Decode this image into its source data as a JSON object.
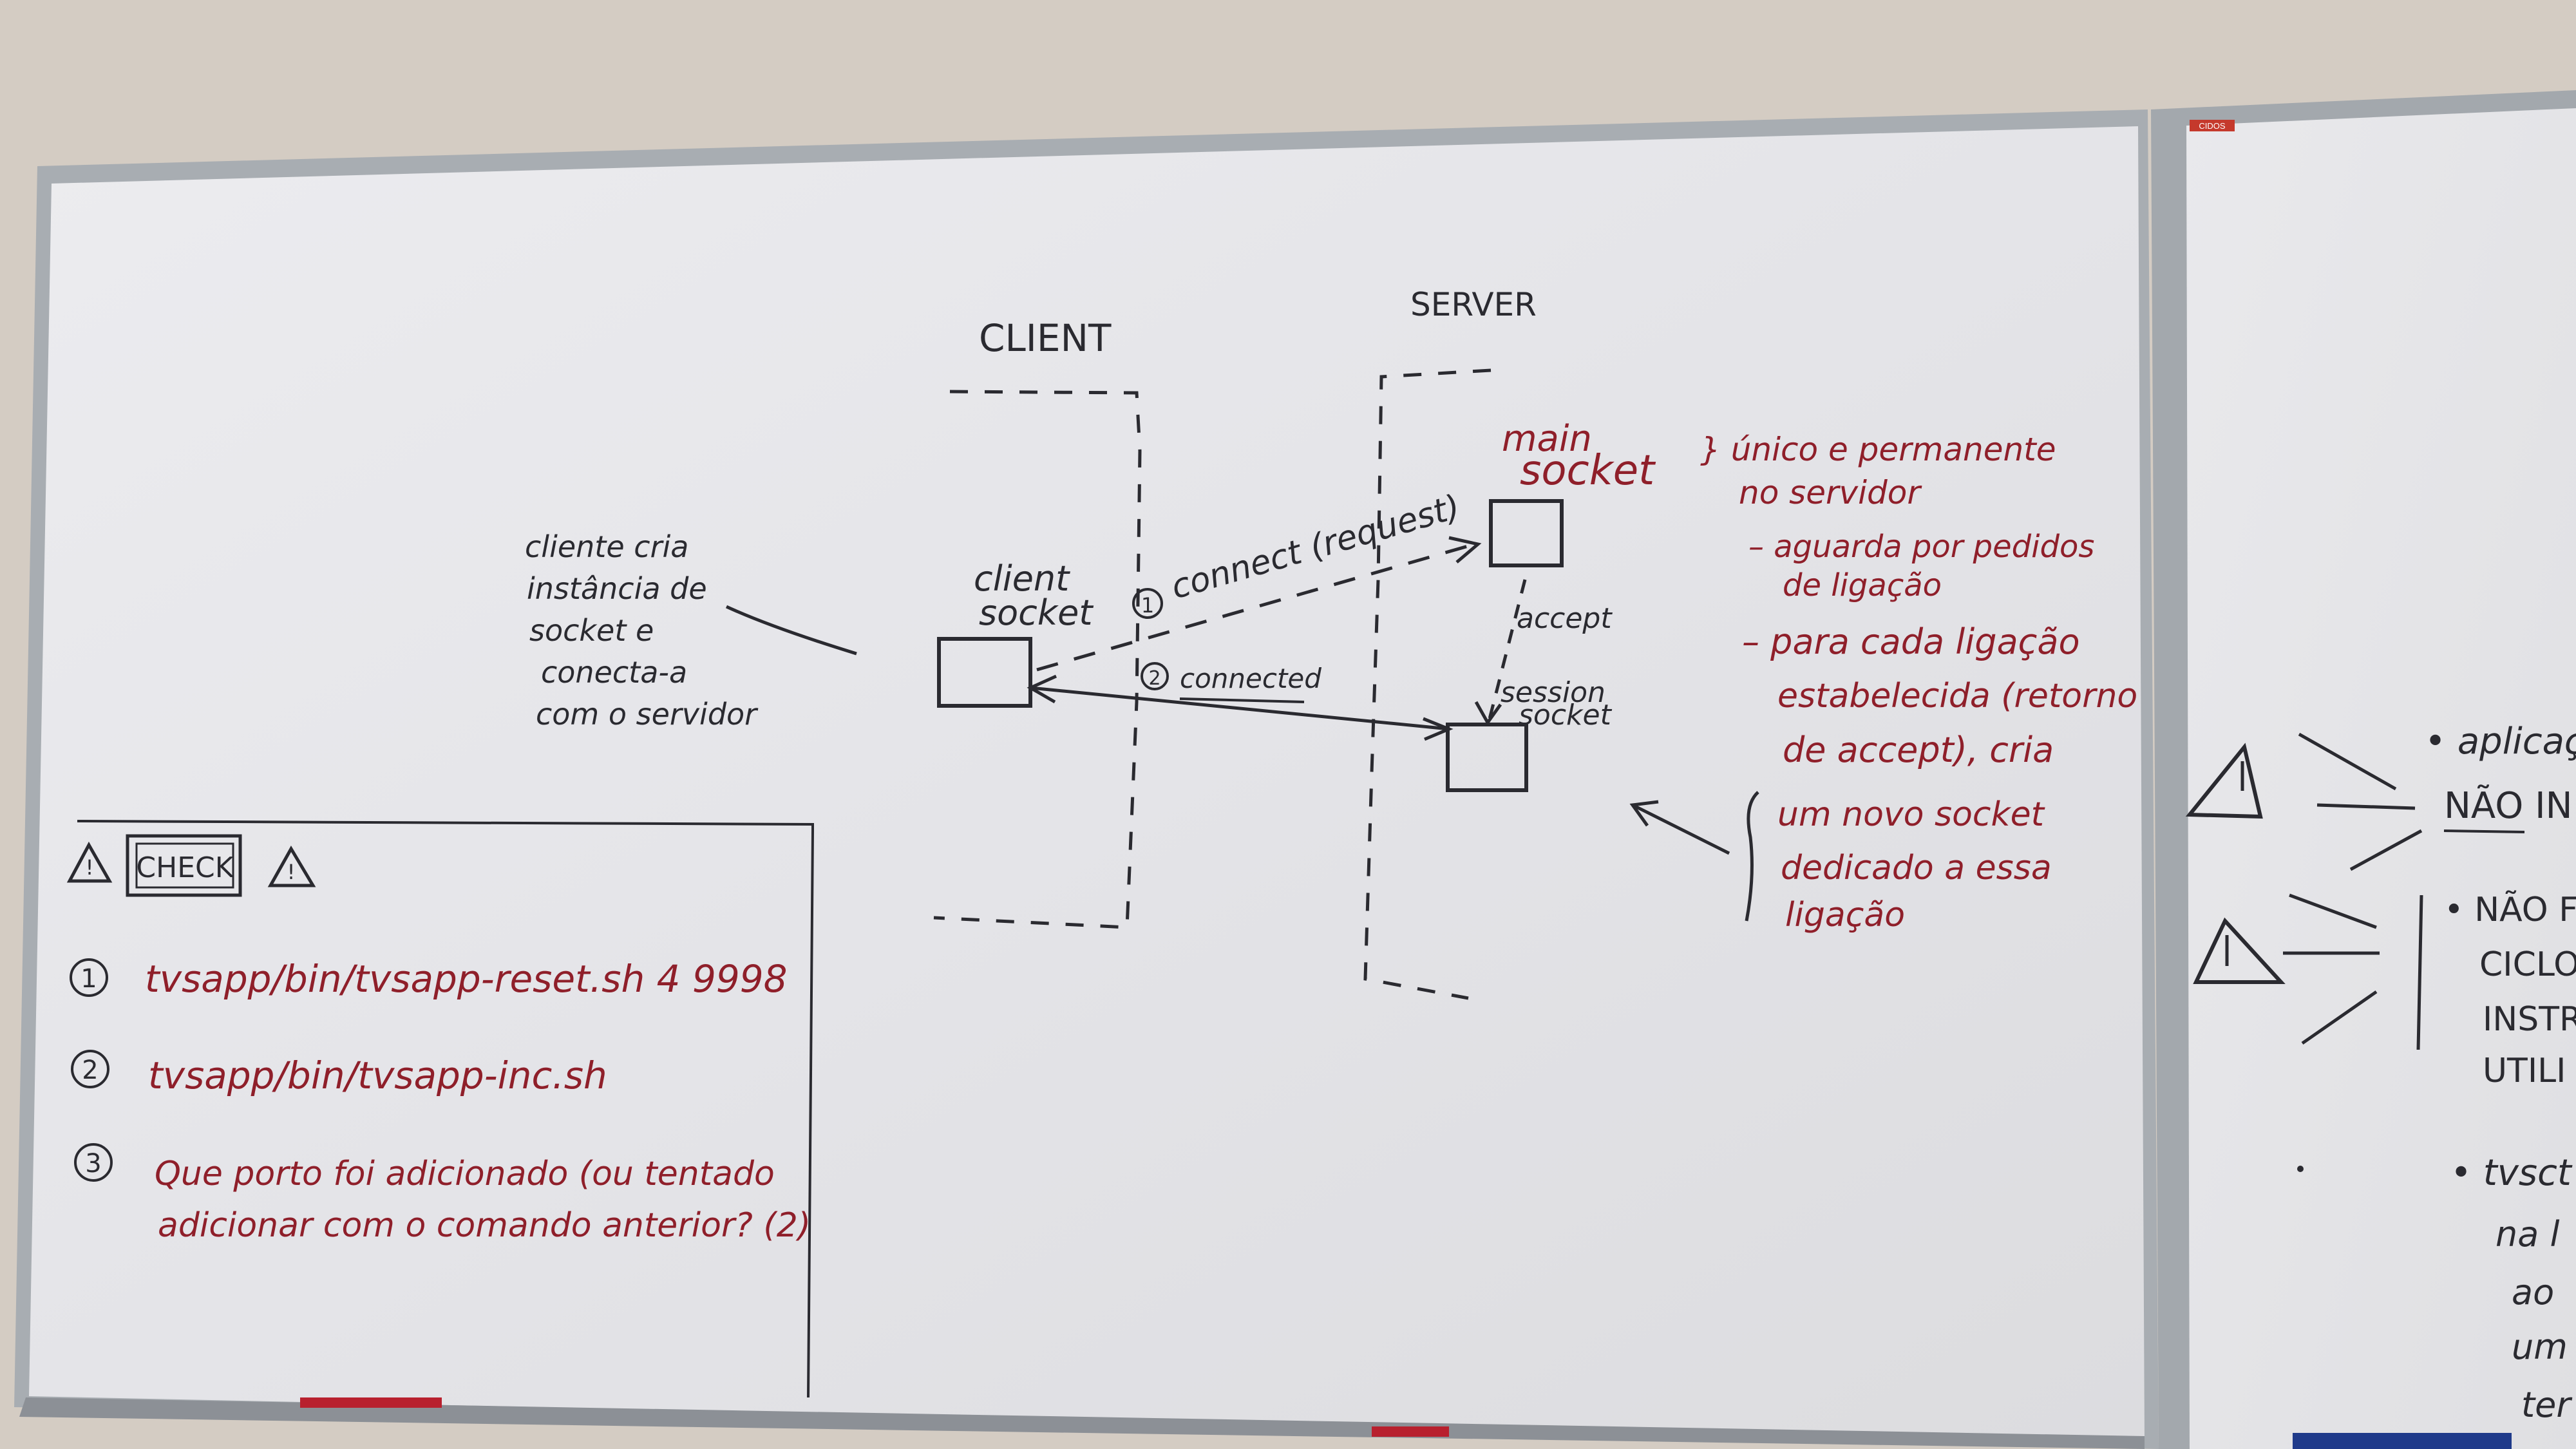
{
  "left_board": {
    "headers": {
      "client": "CLIENT",
      "server": "SERVER"
    },
    "labels": {
      "client_socket_line1": "client",
      "client_socket_line2": "socket",
      "main_socket_line1": "main",
      "main_socket_line2": "socket",
      "session_socket_line1": "session",
      "session_socket_line2": "socket",
      "connect_number": "1",
      "connect_text": "connect (request)",
      "connected_number": "2",
      "connected_text": "connected",
      "accept_text": "accept"
    },
    "left_note_lines": [
      "cliente cria",
      "instância de",
      "socket e",
      "conecta-a",
      "com o servidor"
    ],
    "right_note_lines": [
      "} único e permanente",
      "no servidor",
      "– aguarda por pedidos",
      "de ligação",
      "– para cada ligação",
      "estabelecida (retorno",
      "de accept), cria",
      "um novo socket",
      "dedicado a essa",
      "ligação"
    ],
    "check_box": {
      "title": "CHECK",
      "warning_glyph": "!",
      "items": [
        {
          "number": "1",
          "line1": "tvsapp/bin/tvsapp-reset.sh  4  9998",
          "line2": ""
        },
        {
          "number": "2",
          "line1": "tvsapp/bin/tvsapp-inc.sh",
          "line2": ""
        },
        {
          "number": "3",
          "line1": "Que porto foi adicionado (ou tentado",
          "line2": "adicionar com o comando anterior? (2)"
        }
      ]
    }
  },
  "right_board": {
    "brand_label": "CIDOS",
    "lines": [
      "• aplicaç",
      "NÃO  IN",
      "• NÃO  F",
      "CICLO",
      "INSTR",
      "UTILI",
      "• tvsct",
      "na  l",
      "ao",
      "um",
      "ter"
    ]
  },
  "colors": {
    "wall": "#d3cbc2",
    "board_surface": "#e8e8ec",
    "frame": "#9a9ea3",
    "black_marker": "#2a2a30",
    "red_marker": "#8f1f2a"
  }
}
